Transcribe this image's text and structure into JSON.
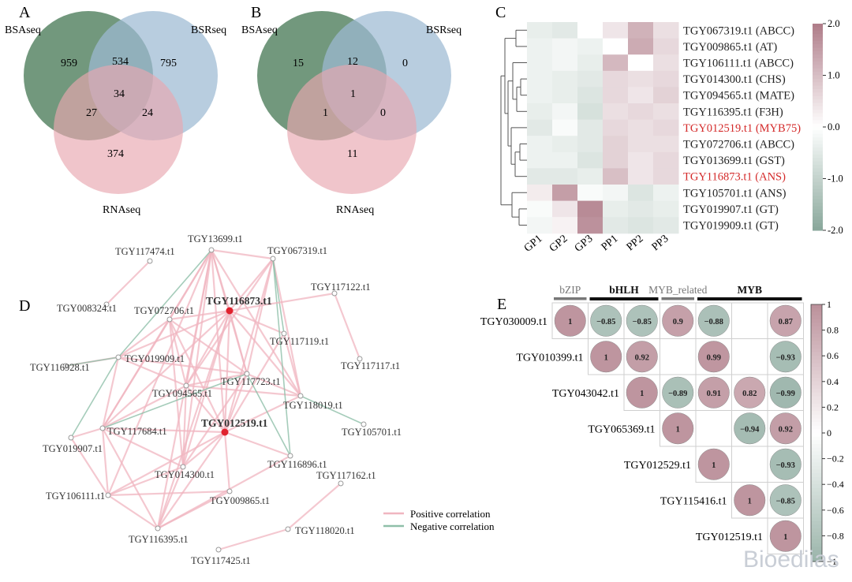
{
  "panels": {
    "A": {
      "label": "A",
      "sets": [
        "BSAseq",
        "BSRseq",
        "RNAseq"
      ],
      "counts": {
        "only1": "959",
        "only2": "795",
        "only3": "374",
        "s12": "534",
        "s13": "27",
        "s23": "24",
        "all": "34"
      }
    },
    "B": {
      "label": "B",
      "sets": [
        "BSAseq",
        "BSRseq",
        "RNAseq"
      ],
      "counts": {
        "only1": "15",
        "only2": "0",
        "only3": "11",
        "s12": "12",
        "s13": "1",
        "s23": "0",
        "all": "1"
      }
    },
    "C": {
      "label": "C",
      "columns": [
        "GP1",
        "GP2",
        "GP3",
        "PP1",
        "PP2",
        "PP3"
      ],
      "rows": [
        {
          "label": "TGY067319.t1 (ABCC)",
          "highlight": false,
          "values": [
            -0.4,
            -0.5,
            0.0,
            0.4,
            1.2,
            0.5
          ]
        },
        {
          "label": "TGY009865.t1 (AT)",
          "highlight": false,
          "values": [
            -0.3,
            -0.2,
            -0.3,
            0.0,
            1.3,
            0.6
          ]
        },
        {
          "label": "TGY106111.t1 (ABCC)",
          "highlight": false,
          "values": [
            -0.3,
            -0.2,
            -0.4,
            1.1,
            0.0,
            0.5
          ]
        },
        {
          "label": "TGY014300.t1 (CHS)",
          "highlight": false,
          "values": [
            -0.3,
            -0.4,
            -0.5,
            0.6,
            0.5,
            0.6
          ]
        },
        {
          "label": "TGY094565.t1 (MATE)",
          "highlight": false,
          "values": [
            -0.3,
            -0.4,
            -0.6,
            0.6,
            0.4,
            0.7
          ]
        },
        {
          "label": "TGY116395.t1 (F3H)",
          "highlight": false,
          "values": [
            -0.4,
            -0.2,
            -0.7,
            0.5,
            0.6,
            0.5
          ]
        },
        {
          "label": "TGY012519.t1 (MYB75)",
          "highlight": true,
          "values": [
            -0.5,
            -0.1,
            -0.5,
            0.6,
            0.5,
            0.6
          ]
        },
        {
          "label": "TGY072706.t1 (ABCC)",
          "highlight": false,
          "values": [
            -0.3,
            -0.4,
            -0.5,
            0.7,
            0.5,
            0.5
          ]
        },
        {
          "label": "TGY013699.t1 (GST)",
          "highlight": false,
          "values": [
            -0.3,
            -0.3,
            -0.6,
            0.7,
            0.4,
            0.6
          ]
        },
        {
          "label": "TGY116873.t1 (ANS)",
          "highlight": true,
          "values": [
            -0.5,
            -0.5,
            -0.4,
            1.0,
            0.4,
            0.6
          ]
        },
        {
          "label": "TGY105701.t1 (ANS)",
          "highlight": false,
          "values": [
            0.3,
            1.5,
            -0.1,
            -0.2,
            -0.6,
            -0.3
          ]
        },
        {
          "label": "TGY019907.t1 (GT)",
          "highlight": false,
          "values": [
            -0.1,
            0.4,
            1.8,
            -0.4,
            -0.5,
            -0.4
          ]
        },
        {
          "label": "TGY019909.t1 (GT)",
          "highlight": false,
          "values": [
            -0.2,
            0.2,
            1.7,
            -0.5,
            -0.6,
            -0.5
          ]
        }
      ],
      "colorbar": {
        "min": -2.0,
        "max": 2.0,
        "ticks": [
          "2.0",
          "1.0",
          "0.0",
          "-1.0",
          "-2.0"
        ]
      }
    },
    "D": {
      "label": "D",
      "nodes": [
        {
          "id": "TGY13699.t1",
          "bold": false,
          "hub": false
        },
        {
          "id": "TGY067319.t1",
          "bold": false,
          "hub": false
        },
        {
          "id": "TGY117474.t1",
          "bold": false,
          "hub": false
        },
        {
          "id": "TGY008324.t1",
          "bold": false,
          "hub": false
        },
        {
          "id": "TGY117122.t1",
          "bold": false,
          "hub": false
        },
        {
          "id": "TGY072706.t1",
          "bold": false,
          "hub": false
        },
        {
          "id": "TGY116873.t1",
          "bold": true,
          "hub": true
        },
        {
          "id": "TGY117119.t1",
          "bold": false,
          "hub": false
        },
        {
          "id": "TGY117117.t1",
          "bold": false,
          "hub": false
        },
        {
          "id": "TGY116928.t1",
          "bold": false,
          "hub": false
        },
        {
          "id": "TGY019909.t1",
          "bold": false,
          "hub": false
        },
        {
          "id": "TGY117723.t1",
          "bold": false,
          "hub": false
        },
        {
          "id": "TGY094565.t1",
          "bold": false,
          "hub": false
        },
        {
          "id": "TGY118019.t1",
          "bold": false,
          "hub": false
        },
        {
          "id": "TGY012519.t1",
          "bold": true,
          "hub": true
        },
        {
          "id": "TGY117684.t1",
          "bold": false,
          "hub": false
        },
        {
          "id": "TGY105701.t1",
          "bold": false,
          "hub": false
        },
        {
          "id": "TGY019907.t1",
          "bold": false,
          "hub": false
        },
        {
          "id": "TGY116896.t1",
          "bold": false,
          "hub": false
        },
        {
          "id": "TGY014300.t1",
          "bold": false,
          "hub": false
        },
        {
          "id": "TGY117162.t1",
          "bold": false,
          "hub": false
        },
        {
          "id": "TGY106111.t1",
          "bold": false,
          "hub": false
        },
        {
          "id": "TGY009865.t1",
          "bold": false,
          "hub": false
        },
        {
          "id": "TGY118020.t1",
          "bold": false,
          "hub": false
        },
        {
          "id": "TGY116395.t1",
          "bold": false,
          "hub": false
        },
        {
          "id": "TGY117425.t1",
          "bold": false,
          "hub": false
        }
      ],
      "edges": [
        [
          "TGY117474.t1",
          "TGY008324.t1",
          "p"
        ],
        [
          "TGY117122.t1",
          "TGY117117.t1",
          "p"
        ],
        [
          "TGY117162.t1",
          "TGY118020.t1",
          "p"
        ],
        [
          "TGY118020.t1",
          "TGY117425.t1",
          "p"
        ],
        [
          "TGY116928.t1",
          "TGY019909.t1",
          "p"
        ],
        [
          "TGY116873.t1",
          "TGY13699.t1",
          "p"
        ],
        [
          "TGY116873.t1",
          "TGY067319.t1",
          "p"
        ],
        [
          "TGY116873.t1",
          "TGY072706.t1",
          "p"
        ],
        [
          "TGY116873.t1",
          "TGY117119.t1",
          "p"
        ],
        [
          "TGY116873.t1",
          "TGY117723.t1",
          "p"
        ],
        [
          "TGY116873.t1",
          "TGY094565.t1",
          "p"
        ],
        [
          "TGY116873.t1",
          "TGY118019.t1",
          "p"
        ],
        [
          "TGY116873.t1",
          "TGY012519.t1",
          "p"
        ],
        [
          "TGY116873.t1",
          "TGY117684.t1",
          "p"
        ],
        [
          "TGY116873.t1",
          "TGY014300.t1",
          "p"
        ],
        [
          "TGY116873.t1",
          "TGY019909.t1",
          "p"
        ],
        [
          "TGY116873.t1",
          "TGY116395.t1",
          "p"
        ],
        [
          "TGY012519.t1",
          "TGY13699.t1",
          "p"
        ],
        [
          "TGY012519.t1",
          "TGY067319.t1",
          "p"
        ],
        [
          "TGY012519.t1",
          "TGY072706.t1",
          "p"
        ],
        [
          "TGY012519.t1",
          "TGY117119.t1",
          "p"
        ],
        [
          "TGY012519.t1",
          "TGY117723.t1",
          "p"
        ],
        [
          "TGY012519.t1",
          "TGY094565.t1",
          "p"
        ],
        [
          "TGY012519.t1",
          "TGY118019.t1",
          "p"
        ],
        [
          "TGY012519.t1",
          "TGY117684.t1",
          "p"
        ],
        [
          "TGY012519.t1",
          "TGY014300.t1",
          "p"
        ],
        [
          "TGY012519.t1",
          "TGY116395.t1",
          "p"
        ],
        [
          "TGY012519.t1",
          "TGY009865.t1",
          "p"
        ],
        [
          "TGY012519.t1",
          "TGY116896.t1",
          "p"
        ],
        [
          "TGY012519.t1",
          "TGY106111.t1",
          "p"
        ],
        [
          "TGY13699.t1",
          "TGY067319.t1",
          "p"
        ],
        [
          "TGY13699.t1",
          "TGY072706.t1",
          "p"
        ],
        [
          "TGY13699.t1",
          "TGY117723.t1",
          "p"
        ],
        [
          "TGY13699.t1",
          "TGY094565.t1",
          "p"
        ],
        [
          "TGY13699.t1",
          "TGY117684.t1",
          "p"
        ],
        [
          "TGY13699.t1",
          "TGY014300.t1",
          "p"
        ],
        [
          "TGY13699.t1",
          "TGY118019.t1",
          "p"
        ],
        [
          "TGY13699.t1",
          "TGY106111.t1",
          "p"
        ],
        [
          "TGY13699.t1",
          "TGY116395.t1",
          "p"
        ],
        [
          "TGY067319.t1",
          "TGY117723.t1",
          "p"
        ],
        [
          "TGY067319.t1",
          "TGY118019.t1",
          "p"
        ],
        [
          "TGY067319.t1",
          "TGY094565.t1",
          "p"
        ],
        [
          "TGY072706.t1",
          "TGY094565.t1",
          "p"
        ],
        [
          "TGY072706.t1",
          "TGY014300.t1",
          "p"
        ],
        [
          "TGY072706.t1",
          "TGY019909.t1",
          "p"
        ],
        [
          "TGY072706.t1",
          "TGY117723.t1",
          "p"
        ],
        [
          "TGY072706.t1",
          "TGY117684.t1",
          "p"
        ],
        [
          "TGY019909.t1",
          "TGY117684.t1",
          "p"
        ],
        [
          "TGY019909.t1",
          "TGY094565.t1",
          "p"
        ],
        [
          "TGY019909.t1",
          "TGY117723.t1",
          "p"
        ],
        [
          "TGY094565.t1",
          "TGY117684.t1",
          "p"
        ],
        [
          "TGY094565.t1",
          "TGY014300.t1",
          "p"
        ],
        [
          "TGY094565.t1",
          "TGY117723.t1",
          "p"
        ],
        [
          "TGY094565.t1",
          "TGY118019.t1",
          "p"
        ],
        [
          "TGY117684.t1",
          "TGY014300.t1",
          "p"
        ],
        [
          "TGY117684.t1",
          "TGY019907.t1",
          "p"
        ],
        [
          "TGY117684.t1",
          "TGY106111.t1",
          "p"
        ],
        [
          "TGY117684.t1",
          "TGY116395.t1",
          "p"
        ],
        [
          "TGY014300.t1",
          "TGY116395.t1",
          "p"
        ],
        [
          "TGY014300.t1",
          "TGY106111.t1",
          "p"
        ],
        [
          "TGY014300.t1",
          "TGY117723.t1",
          "p"
        ],
        [
          "TGY106111.t1",
          "TGY116395.t1",
          "p"
        ],
        [
          "TGY106111.t1",
          "TGY009865.t1",
          "p"
        ],
        [
          "TGY116395.t1",
          "TGY009865.t1",
          "p"
        ],
        [
          "TGY117723.t1",
          "TGY118019.t1",
          "p"
        ],
        [
          "TGY117119.t1",
          "TGY118019.t1",
          "p"
        ],
        [
          "TGY019907.t1",
          "TGY106111.t1",
          "p"
        ],
        [
          "TGY116896.t1",
          "TGY116395.t1",
          "p"
        ],
        [
          "TGY067319.t1",
          "TGY116896.t1",
          "n"
        ],
        [
          "TGY067319.t1",
          "TGY117119.t1",
          "n"
        ],
        [
          "TGY116928.t1",
          "TGY019909.t1",
          "n"
        ],
        [
          "TGY019909.t1",
          "TGY013699.t1",
          "n"
        ],
        [
          "TGY117684.t1",
          "TGY117723.t1",
          "n"
        ],
        [
          "TGY118019.t1",
          "TGY105701.t1",
          "n"
        ],
        [
          "TGY116896.t1",
          "TGY117723.t1",
          "n"
        ],
        [
          "TGY019907.t1",
          "TGY019909.t1",
          "n"
        ],
        [
          "TGY116873.t1",
          "TGY117122.t1",
          "p"
        ]
      ],
      "legend": {
        "positive": "Positive correlation",
        "negative": "Negative correlation"
      }
    },
    "E": {
      "label": "E",
      "groups": [
        {
          "name": "bZIP",
          "span": 1,
          "style": "grey"
        },
        {
          "name": "bHLH",
          "span": 2,
          "style": "bold"
        },
        {
          "name": "MYB_related",
          "span": 1,
          "style": "grey"
        },
        {
          "name": "MYB",
          "span": 3,
          "style": "bold"
        }
      ],
      "rows": [
        "TGY030009.t1",
        "TGY010399.t1",
        "TGY043042.t1",
        "TGY065369.t1",
        "TGY012529.t1",
        "TGY115416.t1",
        "TGY012519.t1"
      ],
      "cells": [
        [
          0,
          0,
          "1"
        ],
        [
          0,
          1,
          "−0.85"
        ],
        [
          0,
          2,
          "−0.85"
        ],
        [
          0,
          3,
          "0.9"
        ],
        [
          0,
          4,
          "−0.88"
        ],
        [
          0,
          6,
          "0.87"
        ],
        [
          1,
          1,
          "1"
        ],
        [
          1,
          2,
          "0.92"
        ],
        [
          1,
          4,
          "0.99"
        ],
        [
          1,
          6,
          "−0.93"
        ],
        [
          2,
          2,
          "1"
        ],
        [
          2,
          3,
          "−0.89"
        ],
        [
          2,
          4,
          "0.91"
        ],
        [
          2,
          5,
          "0.82"
        ],
        [
          2,
          6,
          "−0.99"
        ],
        [
          3,
          3,
          "1"
        ],
        [
          3,
          5,
          "−0.94"
        ],
        [
          3,
          6,
          "0.92"
        ],
        [
          4,
          4,
          "1"
        ],
        [
          4,
          6,
          "−0.93"
        ],
        [
          5,
          5,
          "1"
        ],
        [
          5,
          6,
          "−0.85"
        ],
        [
          6,
          6,
          "1"
        ]
      ],
      "colorbar": {
        "ticks": [
          "1",
          "0.8",
          "0.6",
          "0.4",
          "0.2",
          "0",
          "−0.2",
          "−0.4",
          "−0.6",
          "−0.8",
          "−1"
        ]
      }
    }
  },
  "colors": {
    "green_circle": "#5e8a6b",
    "blue_circle": "#9dbad2",
    "pink_circle": "#e8a7b0",
    "positive": "#f0b6c0",
    "negative": "#8fbfa9",
    "high": "#b07e8a",
    "low": "#8aa89c",
    "highlight_text": "#d42a2a",
    "hub_node": "#e0222e"
  },
  "watermark": "Bioediias"
}
